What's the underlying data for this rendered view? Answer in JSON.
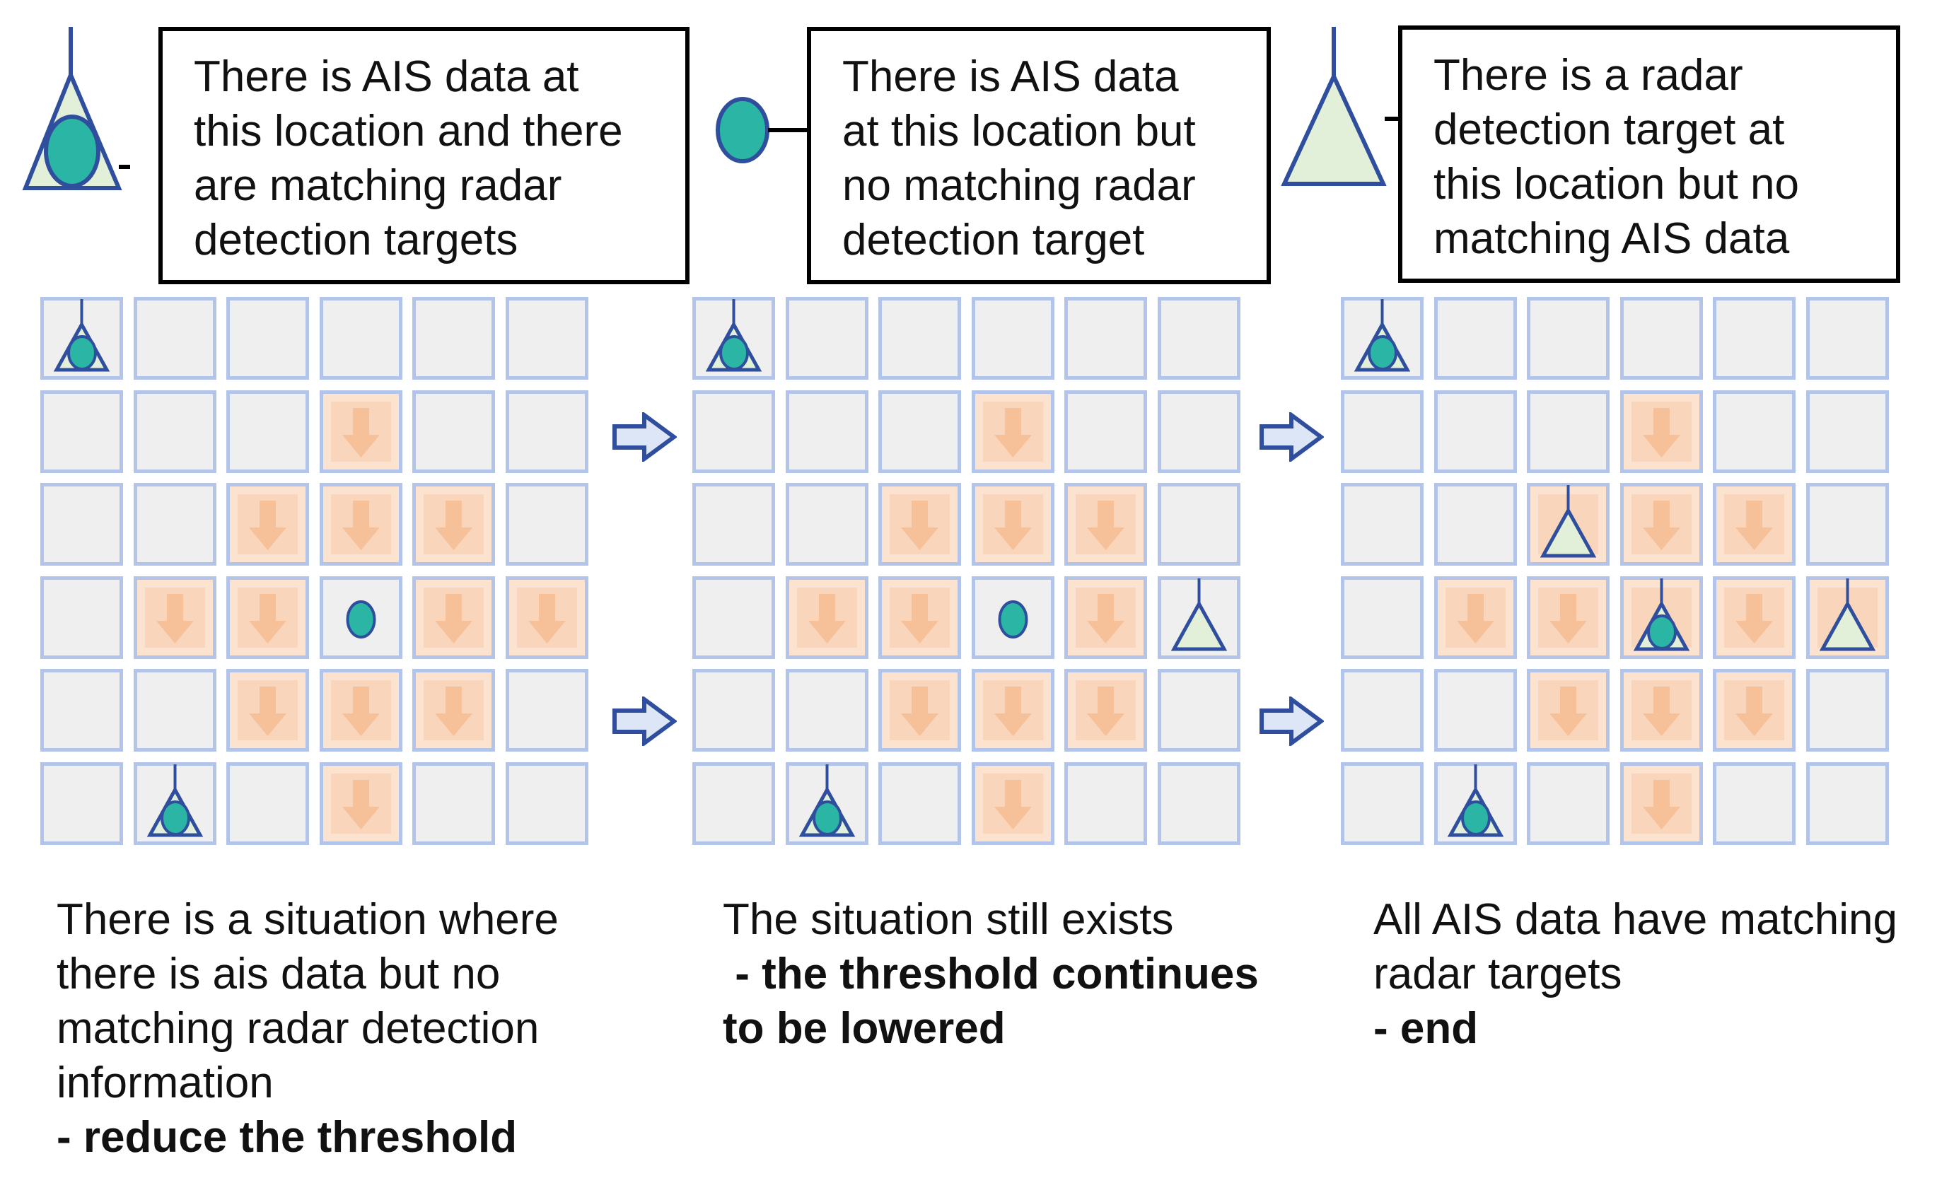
{
  "legend": [
    {
      "icon": "ais-with-radar-icon",
      "lines": [
        "There is AIS data at",
        "this location and there",
        "are matching radar",
        "detection targets"
      ]
    },
    {
      "icon": "ais-only-icon",
      "lines": [
        "There is AIS data",
        "at this location but",
        "no matching radar",
        "detection target"
      ]
    },
    {
      "icon": "radar-only-icon",
      "lines": [
        "There is a radar",
        "detection target at",
        "this location but no",
        "matching AIS data"
      ]
    }
  ],
  "panels": [
    {
      "name": "step-1",
      "shaded": [
        [
          1,
          3
        ],
        [
          2,
          2
        ],
        [
          2,
          3
        ],
        [
          2,
          4
        ],
        [
          3,
          1
        ],
        [
          3,
          2
        ],
        [
          3,
          4
        ],
        [
          3,
          5
        ],
        [
          4,
          2
        ],
        [
          4,
          3
        ],
        [
          4,
          4
        ],
        [
          5,
          3
        ]
      ],
      "markers": [
        {
          "row": 0,
          "col": 0,
          "type": "ais-radar"
        },
        {
          "row": 3,
          "col": 3,
          "type": "ais-only"
        },
        {
          "row": 5,
          "col": 1,
          "type": "ais-radar"
        }
      ]
    },
    {
      "name": "step-2",
      "shaded": [
        [
          1,
          3
        ],
        [
          2,
          2
        ],
        [
          2,
          3
        ],
        [
          2,
          4
        ],
        [
          3,
          1
        ],
        [
          3,
          2
        ],
        [
          3,
          4
        ],
        [
          4,
          2
        ],
        [
          4,
          3
        ],
        [
          4,
          4
        ],
        [
          5,
          3
        ]
      ],
      "markers": [
        {
          "row": 0,
          "col": 0,
          "type": "ais-radar"
        },
        {
          "row": 3,
          "col": 3,
          "type": "ais-only"
        },
        {
          "row": 3,
          "col": 5,
          "type": "radar-only"
        },
        {
          "row": 5,
          "col": 1,
          "type": "ais-radar"
        }
      ]
    },
    {
      "name": "step-3",
      "shaded": [
        [
          1,
          3
        ],
        [
          2,
          2
        ],
        [
          2,
          3
        ],
        [
          2,
          4
        ],
        [
          3,
          1
        ],
        [
          3,
          2
        ],
        [
          3,
          3
        ],
        [
          3,
          4
        ],
        [
          3,
          5
        ],
        [
          4,
          2
        ],
        [
          4,
          3
        ],
        [
          4,
          4
        ],
        [
          5,
          3
        ]
      ],
      "markers": [
        {
          "row": 0,
          "col": 0,
          "type": "ais-radar"
        },
        {
          "row": 2,
          "col": 2,
          "type": "radar-only"
        },
        {
          "row": 3,
          "col": 3,
          "type": "ais-radar"
        },
        {
          "row": 3,
          "col": 5,
          "type": "radar-only"
        },
        {
          "row": 5,
          "col": 1,
          "type": "ais-radar"
        }
      ]
    }
  ],
  "captions": [
    {
      "lines": [
        "There is a situation where",
        "there is ais data but no",
        "matching radar detection",
        "information"
      ],
      "bold": [
        "- reduce the threshold"
      ]
    },
    {
      "lines": [
        "The situation still exists"
      ],
      "bold": [
        " - the threshold continues",
        "to be lowered"
      ]
    },
    {
      "lines": [
        "All AIS data have matching",
        "radar targets"
      ],
      "bold": [
        "- end"
      ]
    }
  ],
  "colors": {
    "teal": "#2bb5a4",
    "navy": "#2f4f9e",
    "triangle_fill": "#e2efd9",
    "cell_bg": "#efefef",
    "cell_border": "#b3c4ea",
    "shade_outer": "#fce3d0",
    "shade_inner": "#f9d5bb",
    "down_arrow": "#f6c199",
    "flow_arrow_fill": "#dde6f7"
  }
}
